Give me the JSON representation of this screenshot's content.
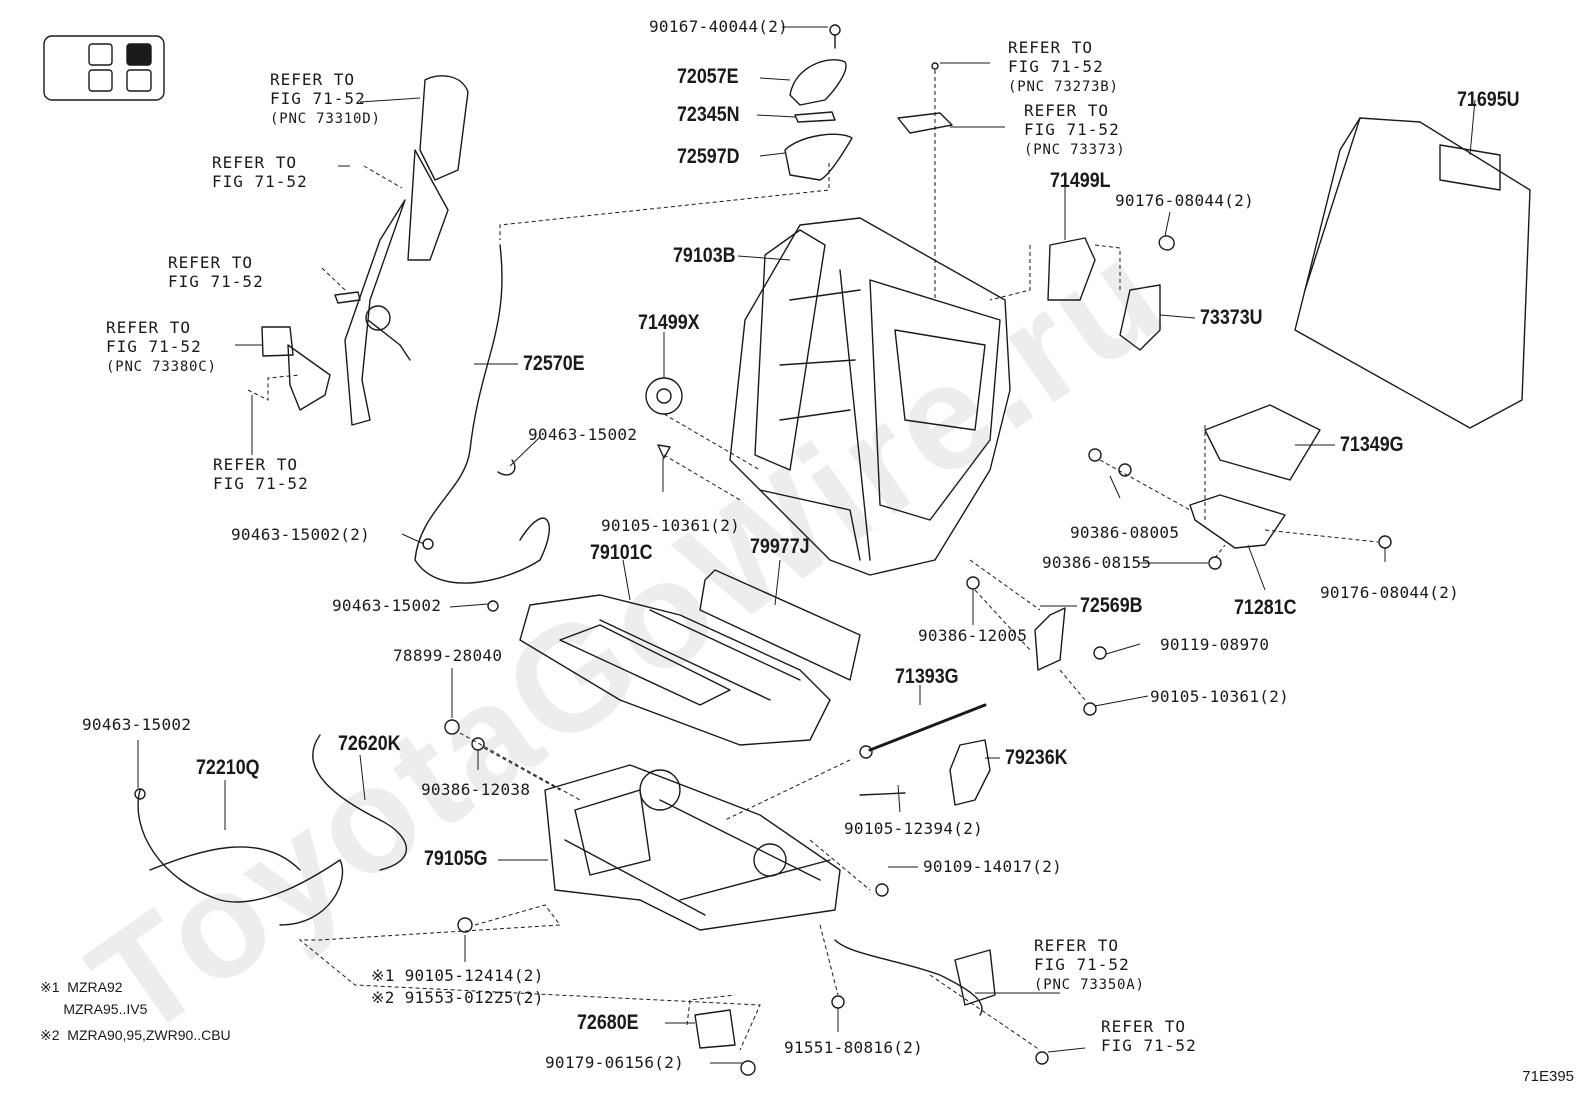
{
  "watermark": "ToyotaGoWire.ru",
  "figure_code": "71E395",
  "notes": {
    "n1": "※1  MZRA92\n      MZRA95..IV5",
    "n2": "※2  MZRA90,95,ZWR90..CBU"
  },
  "refs": {
    "r1": "REFER TO\nFIG 71-52",
    "r1_pnc": "(PNC 73310D)",
    "r2": "REFER TO\nFIG 71-52",
    "r3": "REFER TO\nFIG 71-52",
    "r4": "REFER TO\nFIG 71-52",
    "r4_pnc": "(PNC 73380C)",
    "r5": "REFER TO\nFIG 71-52",
    "r6": "REFER TO\nFIG 71-52",
    "r6_pnc": "(PNC 73273B)",
    "r7": "REFER TO\nFIG 71-52",
    "r7_pnc": "(PNC 73373)",
    "r8": "REFER TO\nFIG 71-52",
    "r8_pnc": "(PNC 73350A)",
    "r9": "REFER TO\nFIG 71-52"
  },
  "parts": {
    "p_90167_40044": "90167-40044(2)",
    "p_72057E": "72057E",
    "p_72345N": "72345N",
    "p_72597D": "72597D",
    "p_71695U": "71695U",
    "p_71499L": "71499L",
    "p_90176_08044_top": "90176-08044(2)",
    "p_79103B": "79103B",
    "p_73373U": "73373U",
    "p_71499X": "71499X",
    "p_72570E": "72570E",
    "p_90463_15002_a": "90463-15002",
    "p_90105_10361_a": "90105-10361(2)",
    "p_90463_15002_b": "90463-15002(2)",
    "p_90463_15002_c": "90463-15002",
    "p_79101C": "79101C",
    "p_79977J": "79977J",
    "p_71349G": "71349G",
    "p_90386_08005": "90386-08005",
    "p_90386_08155": "90386-08155",
    "p_71281C": "71281C",
    "p_90176_08044_bot": "90176-08044(2)",
    "p_72569B": "72569B",
    "p_90386_12005": "90386-12005",
    "p_90119_08970": "90119-08970",
    "p_90105_10361_b": "90105-10361(2)",
    "p_78899_28040": "78899-28040",
    "p_71393G": "71393G",
    "p_90463_15002_d": "90463-15002",
    "p_72620K": "72620K",
    "p_72210Q": "72210Q",
    "p_90386_12038": "90386-12038",
    "p_79236K": "79236K",
    "p_90105_12394": "90105-12394(2)",
    "p_79105G": "79105G",
    "p_90109_14017": "90109-14017(2)",
    "p_90105_12414": "※1 90105-12414(2)",
    "p_91553_01225": "※2 91553-01225(2)",
    "p_72680E": "72680E",
    "p_90179_06156": "90179-06156(2)",
    "p_91551_80816": "91551-80816(2)"
  }
}
